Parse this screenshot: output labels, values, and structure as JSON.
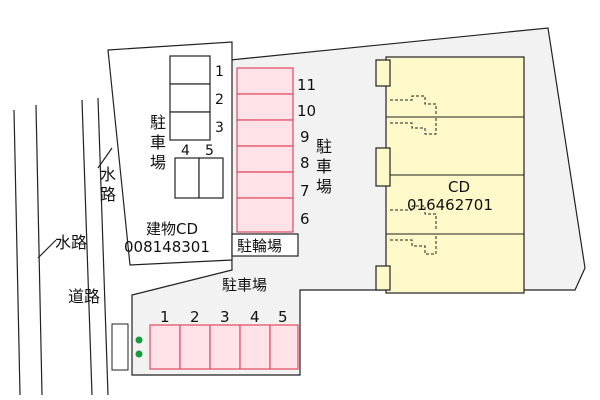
{
  "labels": {
    "left_lot_numbers": [
      "1",
      "2",
      "3"
    ],
    "left_lot_lower_numbers": [
      "4",
      "5"
    ],
    "left_lot_title": [
      "駐",
      "車",
      "場"
    ],
    "bicycle_numbers": [
      "11",
      "10",
      "9",
      "8",
      "7",
      "6"
    ],
    "middle_lot_title": [
      "駐",
      "車",
      "場"
    ],
    "bicycle_parking": "駐輪場",
    "waterway_small": [
      "水",
      "路"
    ],
    "waterway": "水路",
    "road": "道路",
    "building_cd_label": "建物CD",
    "building_cd_value": "008148301",
    "bottom_lot_title": "駐車場",
    "bottom_lot_numbers": [
      "1",
      "2",
      "3",
      "4",
      "5"
    ],
    "unit_cd_label": "CD",
    "unit_cd_value": "016462701"
  },
  "colors": {
    "outline": "#222222",
    "ground": "#f2f2f2",
    "building_fill": "#fff8c8",
    "parking_pink": "#ffe3e8",
    "parking_red": "#e0495f",
    "dot_green": "#1a9a3a"
  },
  "icons": {
    "tree_markers": "green-dot-icon"
  }
}
